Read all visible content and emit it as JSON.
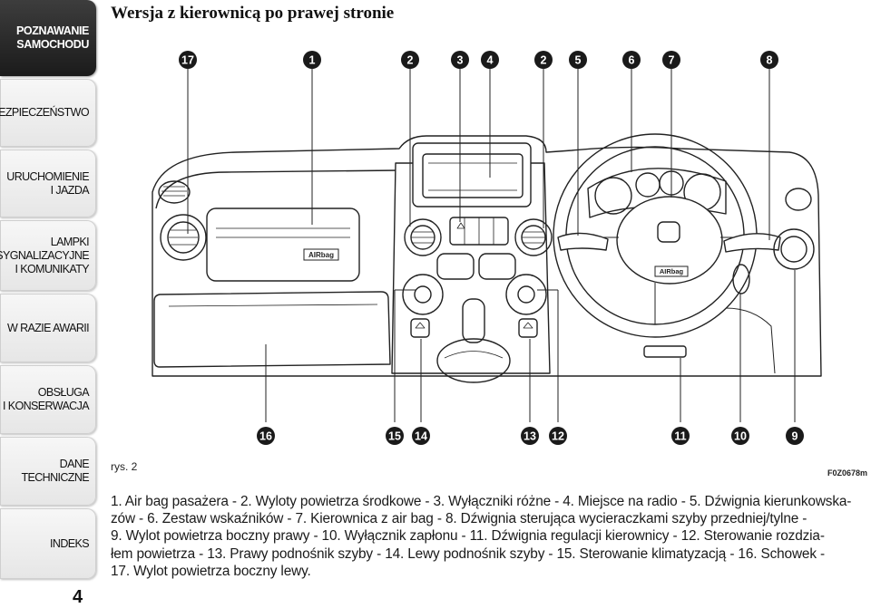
{
  "sidebar": {
    "tabs": [
      {
        "label": "POZNAWANIE\nSAMOCHODU",
        "active": true
      },
      {
        "label": "BEZPIECZEŃSTWO",
        "active": false
      },
      {
        "label": "URUCHOMIENIE\nI JAZDA",
        "active": false
      },
      {
        "label": "LAMPKI\nSYGNALIZACYJNE\nI KOMUNIKATY",
        "active": false
      },
      {
        "label": "W RAZIE AWARII",
        "active": false
      },
      {
        "label": "OBSŁUGA\nI KONSERWACJA",
        "active": false
      },
      {
        "label": "DANE\nTECHNICZNE",
        "active": false
      },
      {
        "label": "INDEKS",
        "active": false
      }
    ],
    "page_number": "4"
  },
  "header": {
    "title": "Wersja z kierownicą po prawej stronie"
  },
  "figure": {
    "label": "rys. 2",
    "code": "F0Z0678m",
    "top_callouts": [
      "17",
      "1",
      "2",
      "3",
      "4",
      "2",
      "5",
      "6",
      "7",
      "8"
    ],
    "bottom_callouts": [
      "16",
      "15",
      "14",
      "13",
      "12",
      "11",
      "10",
      "9"
    ],
    "airbag_text": "AIRbag",
    "colors": {
      "callout_fill": "#1a1a1a",
      "line": "#222222",
      "panel_fill": "#ffffff"
    }
  },
  "caption": {
    "lines": [
      "1. Air bag pasażera - 2. Wyloty powietrza środkowe - 3. Wyłączniki różne - 4. Miejsce na radio - 5. Dźwignia kierunkowska-",
      "zów - 6. Zestaw wskaźników - 7. Kierownica z air bag - 8. Dźwignia sterująca wycieraczkami szyby przedniej/tylne -",
      "9. Wylot powietrza boczny prawy - 10. Wyłącznik zapłonu - 11. Dźwignia regulacji kierownicy - 12. Sterowanie rozdzia-",
      "łem powietrza - 13. Prawy podnośnik szyby - 14. Lewy podnośnik szyby - 15. Sterowanie klimatyzacją - 16. Schowek -",
      "17. Wylot powietrza boczny lewy."
    ]
  }
}
